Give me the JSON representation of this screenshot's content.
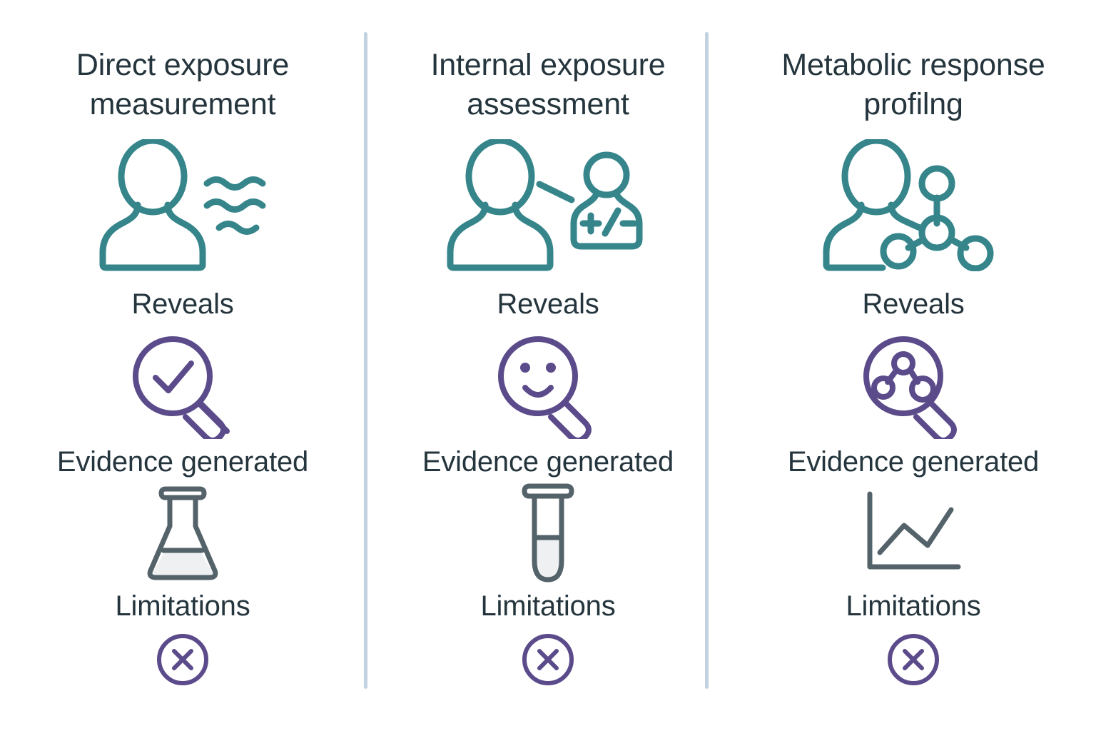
{
  "palette": {
    "background": "#ffffff",
    "text": "#25353d",
    "teal": "#35858b",
    "purple": "#5b4b8a",
    "slate": "#546269",
    "slate_fill": "#eef0f1",
    "divider": "#c3d2e0"
  },
  "row_labels": {
    "reveals": "Reveals",
    "evidence": "Evidence generated",
    "limitations": "Limitations"
  },
  "columns": [
    {
      "title": "Direct exposure measurement",
      "hero_icon": "person-with-waves-icon",
      "reveals_label": "Reveals",
      "reveals_icon": "magnifier-checkmark-icon",
      "evidence_label": "Evidence generated",
      "evidence_icon": "erlenmeyer-flask-icon",
      "limitations_label": "Limitations",
      "limitations_icon": "circle-x-icon"
    },
    {
      "title": "Internal exposure assessment",
      "hero_icon": "person-with-plus-minus-badge-icon",
      "badge_text": "+/-",
      "reveals_label": "Reveals",
      "reveals_icon": "magnifier-smiley-icon",
      "evidence_label": "Evidence generated",
      "evidence_icon": "test-tube-icon",
      "limitations_label": "Limitations",
      "limitations_icon": "circle-x-icon"
    },
    {
      "title": "Metabolic response profilng",
      "hero_icon": "person-with-molecule-icon",
      "reveals_label": "Reveals",
      "reveals_icon": "magnifier-network-icon",
      "evidence_label": "Evidence generated",
      "evidence_icon": "line-chart-icon",
      "limitations_label": "Limitations",
      "limitations_icon": "circle-x-icon"
    }
  ]
}
